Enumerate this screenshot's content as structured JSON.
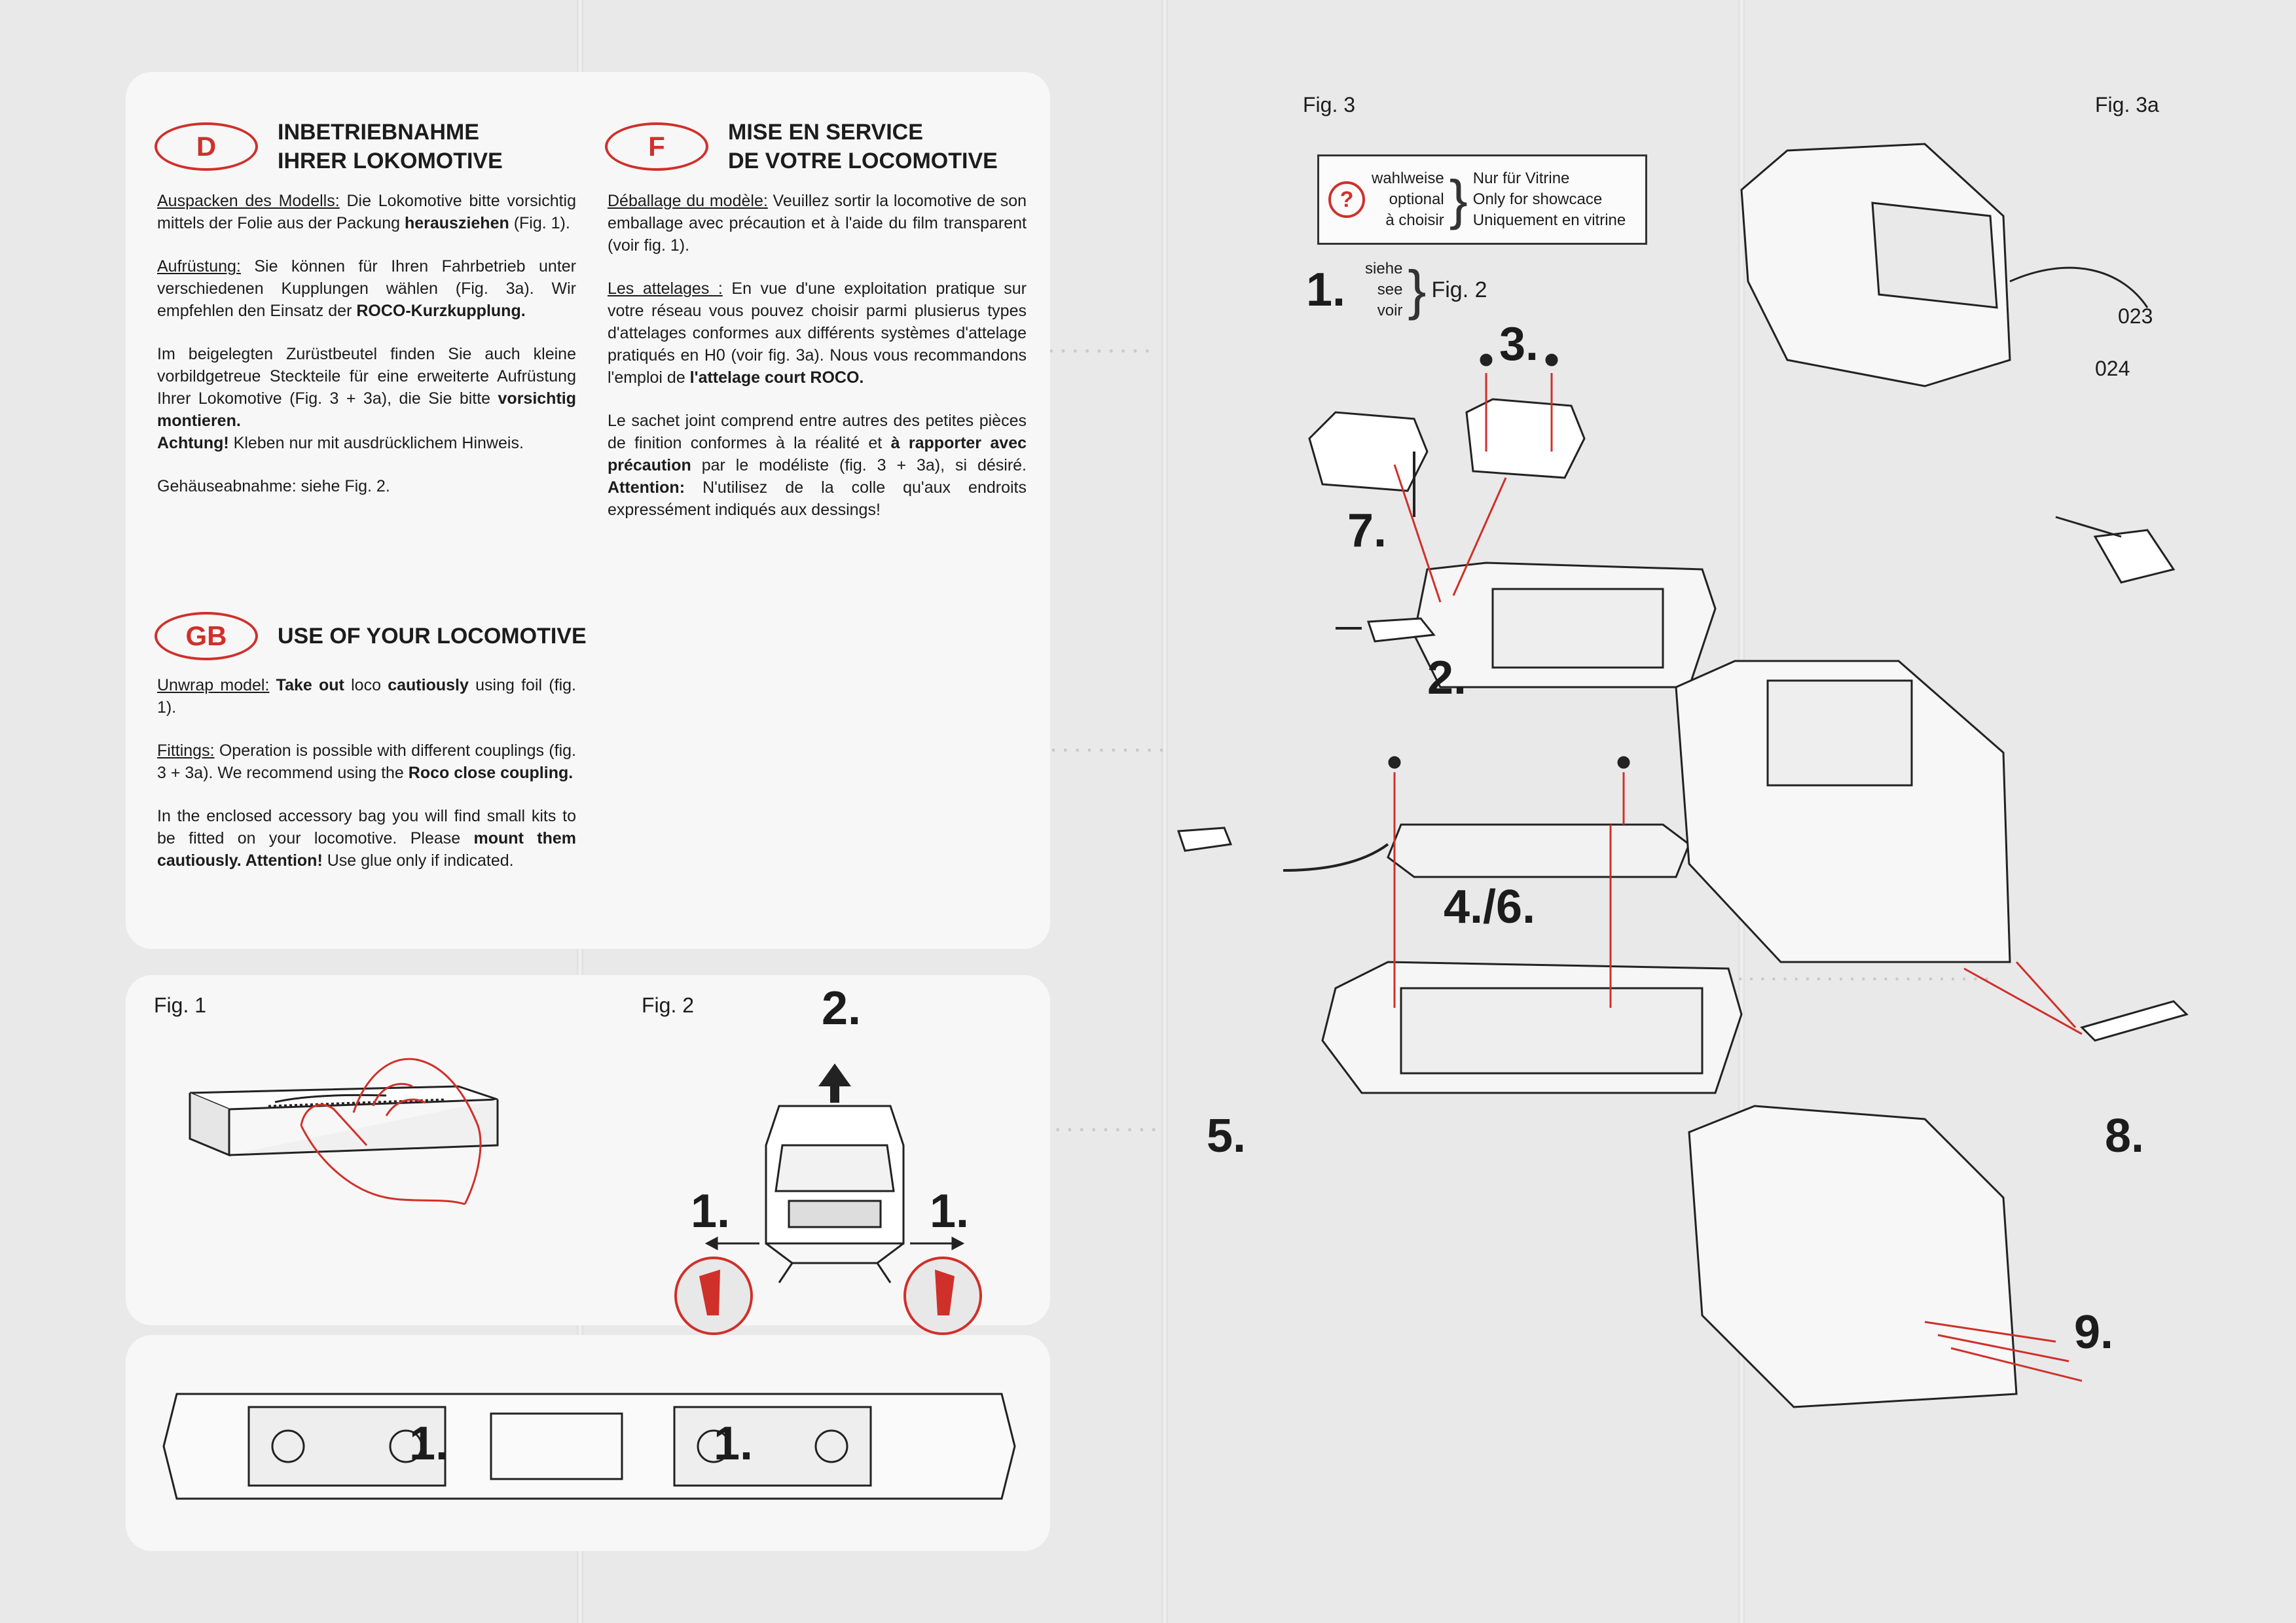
{
  "panels": {
    "german": {
      "badge": "D",
      "title_lines": [
        "INBETRIEBNAHME",
        "IHRER LOKOMOTIVE"
      ],
      "p1_label": "Auspacken des Modells:",
      "p1_text": " Die Lokomotive bitte vorsichtig mittels der Folie aus der Packung ",
      "p1_bold": "herausziehen",
      "p1_end": " (Fig. 1).",
      "p2_label": "Aufrüstung:",
      "p2_text": " Sie können für Ihren Fahrbetrieb unter verschiedenen Kupplungen wählen (Fig. 3a). Wir empfehlen den Einsatz der ",
      "p2_bold": "ROCO-Kurzkupplung.",
      "p3_text": "Im beigelegten Zurüstbeutel finden Sie auch kleine vorbildgetreue Steckteile für eine erweiterte Aufrüstung Ihrer Lokomotive (Fig. 3 + 3a), die Sie bitte ",
      "p3_bold": "vorsichtig montieren.",
      "p3_bold2": "Achtung!",
      "p3_end": " Kleben nur mit ausdrücklichem Hinweis.",
      "p4_text": "Gehäuseabnahme: siehe Fig. 2."
    },
    "french": {
      "badge": "F",
      "title_lines": [
        "MISE EN SERVICE",
        "DE VOTRE LOCOMOTIVE"
      ],
      "p1_label": "Déballage du modèle:",
      "p1_text": " Veuillez sortir la locomotive de son emballage avec précaution et à l'aide du film transparent (voir fig. 1).",
      "p2_label": "Les attelages :",
      "p2_text": " En vue d'une exploitation pratique sur votre réseau vous pouvez choisir parmi plusierus types d'attelages conformes aux différents systèmes d'attelage pratiqués en H0 (voir fig. 3a). Nous vous recommandons l'emploi de ",
      "p2_bold": "l'attelage court ROCO.",
      "p3_text": "Le sachet joint comprend entre autres des petites pièces de finition conformes à la réalité et ",
      "p3_bold": "à rapporter avec précaution",
      "p3_mid": " par le modéliste (fig. 3 + 3a), si désiré. ",
      "p3_bold2": "Attention:",
      "p3_end": " N'utilisez de la colle qu'aux endroits expressément indiqués aux dessings!"
    },
    "english": {
      "badge": "GB",
      "title": "USE OF YOUR LOCOMOTIVE",
      "p1_label": "Unwrap model:",
      "p1_bold": " Take out",
      "p1_mid": " loco ",
      "p1_bold2": "cautiously",
      "p1_end": " using foil (fig. 1).",
      "p2_label": "Fittings:",
      "p2_text": " Operation is possible with different couplings (fig. 3 + 3a). We recommend using the ",
      "p2_bold": "Roco close coupling.",
      "p3_text": "In the enclosed accessory bag you will find small kits to be fitted on your locomotive. Please ",
      "p3_bold": "mount them cautiously. Attention!",
      "p3_end": " Use glue only if indicated."
    }
  },
  "figures": {
    "fig1": "Fig. 1",
    "fig2": "Fig. 2",
    "fig3": "Fig. 3",
    "fig3a": "Fig. 3a"
  },
  "legend": {
    "left": [
      "wahlweise",
      "optional",
      "à choisir"
    ],
    "right": [
      "Nur für Vitrine",
      "Only for showcace",
      "Uniquement en vitrine"
    ],
    "icon": "?"
  },
  "see_ref": {
    "step": "1.",
    "words": [
      "siehe",
      "see",
      "voir"
    ],
    "target": "Fig. 2"
  },
  "steps": {
    "fig2_lift": "2.",
    "fig2_left": "1.",
    "fig2_right": "1.",
    "bottom_left": "1.",
    "bottom_right": "1.",
    "s2": "2.",
    "s3": "3.",
    "s46": "4./6.",
    "s5": "5.",
    "s7": "7.",
    "s8": "8.",
    "s9": "9."
  },
  "part_numbers": [
    "023",
    "024"
  ]
}
